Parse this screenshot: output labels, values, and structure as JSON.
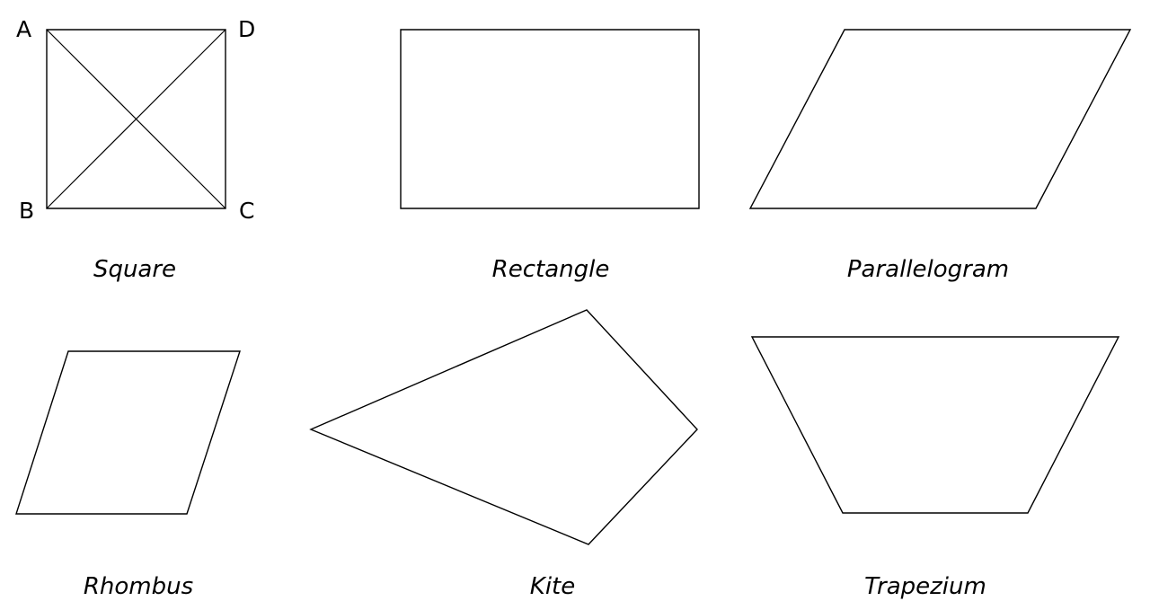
{
  "square": {
    "label": "Square",
    "vertices": {
      "a": "A",
      "b": "B",
      "c": "C",
      "d": "D"
    }
  },
  "rectangle": {
    "label": "Rectangle"
  },
  "parallelogram": {
    "label": "Parallelogram"
  },
  "rhombus": {
    "label": "Rhombus"
  },
  "kite": {
    "label": "Kite"
  },
  "trapezium": {
    "label": "Trapezium"
  },
  "colors": {
    "stroke": "#000000",
    "background": "#ffffff"
  }
}
